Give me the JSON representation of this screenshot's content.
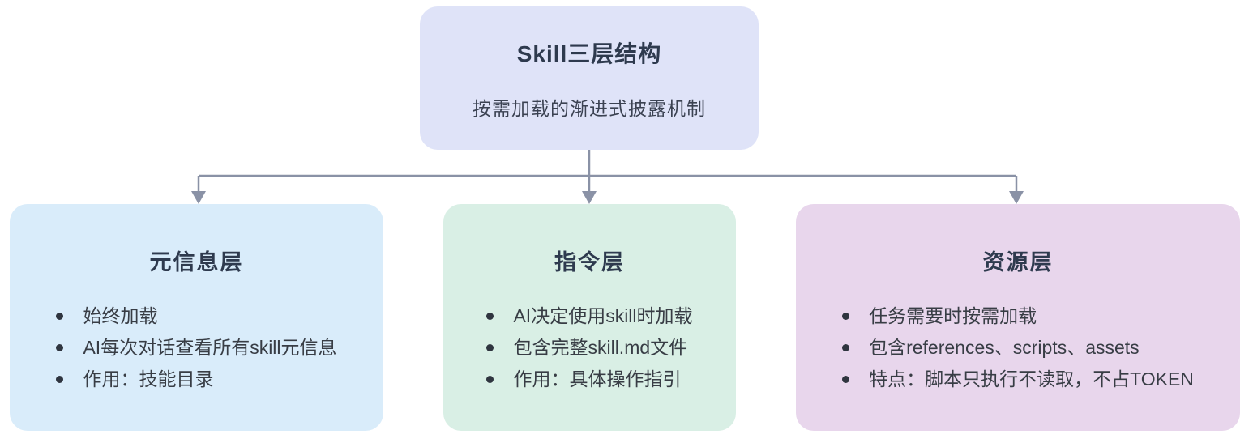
{
  "colors": {
    "root_bg": "#dfe3f8",
    "meta_bg": "#d9ecfa",
    "instruction_bg": "#d9efe5",
    "resource_bg": "#e8d6ec",
    "connector": "#8a92a6",
    "title_text": "#2e3a4e",
    "body_text": "#383d45"
  },
  "root": {
    "title": "Skill三层结构",
    "subtitle": "按需加载的渐进式披露机制"
  },
  "layers": [
    {
      "title": "元信息层",
      "bullets": [
        "始终加载",
        "AI每次对话查看所有skill元信息",
        "作用：技能目录"
      ]
    },
    {
      "title": "指令层",
      "bullets": [
        "AI决定使用skill时加载",
        "包含完整skill.md文件",
        "作用：具体操作指引"
      ]
    },
    {
      "title": "资源层",
      "bullets": [
        "任务需要时按需加载",
        "包含references、scripts、assets",
        "特点：脚本只执行不读取，不占TOKEN"
      ]
    }
  ]
}
